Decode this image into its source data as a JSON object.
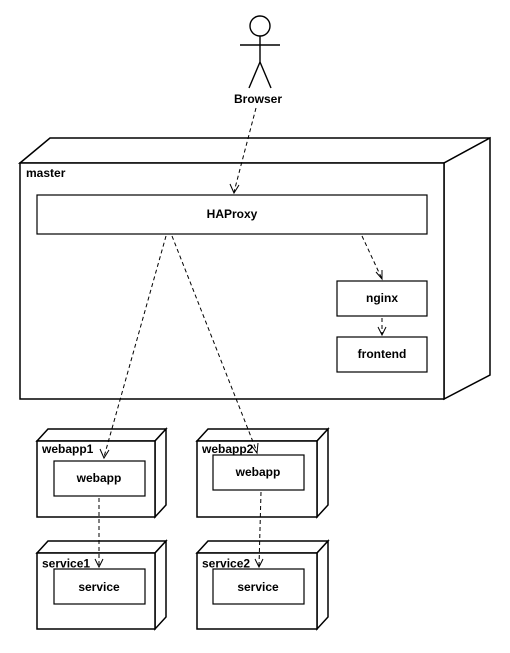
{
  "actor": {
    "label": "Browser"
  },
  "nodes": {
    "master": {
      "label": "master"
    },
    "webapp1": {
      "label": "webapp1"
    },
    "webapp2": {
      "label": "webapp2"
    },
    "service1": {
      "label": "service1"
    },
    "service2": {
      "label": "service2"
    }
  },
  "components": {
    "haproxy": {
      "label": "HAProxy"
    },
    "nginx": {
      "label": "nginx"
    },
    "frontend": {
      "label": "frontend"
    },
    "webapp_1": {
      "label": "webapp"
    },
    "webapp_2": {
      "label": "webapp"
    },
    "service_1": {
      "label": "service"
    },
    "service_2": {
      "label": "service"
    }
  }
}
